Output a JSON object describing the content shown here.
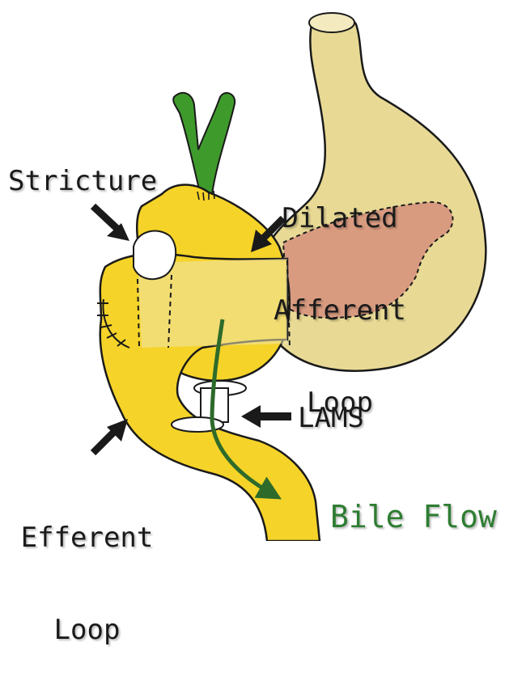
{
  "labels": {
    "stricture": "Stricture",
    "dilated_afferent_loop": [
      "Dilated",
      "Afferent",
      "Loop"
    ],
    "lams": "LAMS",
    "efferent_loop": [
      "Efferent",
      "Loop"
    ],
    "bile_flow": "Bile Flow"
  },
  "colors": {
    "bowel_yellow": "#f5d328",
    "stomach_tan": "#e8da95",
    "pancreas_pink": "#d89b80",
    "bile_duct_green": "#3f9a2c",
    "bile_flow_arrow": "#2e6b2a",
    "label_bile_flow": "#2e7d32",
    "pointer_arrows": "#1a1a1a"
  },
  "icons": {
    "stricture_pointer": "arrow-down-right",
    "afferent_pointer": "arrow-down-left",
    "lams_pointer": "arrow-left",
    "efferent_pointer": "arrow-down-left",
    "bile_flow_arrow": "arrow-down"
  }
}
